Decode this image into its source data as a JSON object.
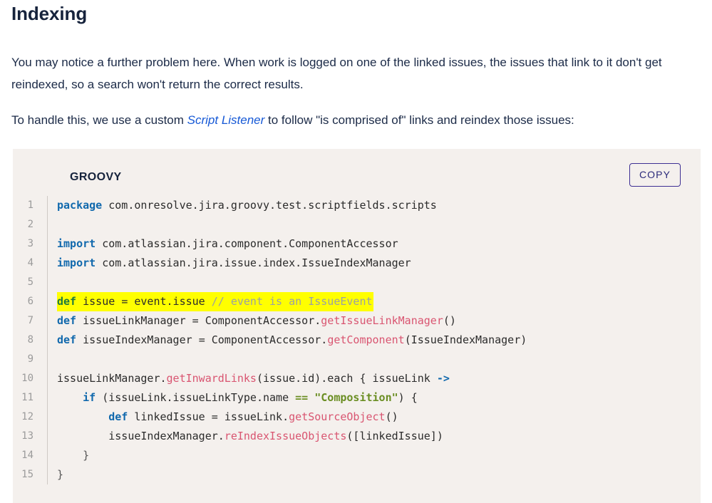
{
  "heading": "Indexing",
  "paragraphs": {
    "p1": "You may notice a further problem here. When work is logged on one of the linked issues, the issues that link to it don't get reindexed, so a search won't return the correct results.",
    "p2_before": "To handle this, we use a custom ",
    "p2_link": "Script Listener",
    "p2_after": " to follow \"is comprised of\" links and reindex those issues:"
  },
  "code_block": {
    "language_label": "GROOVY",
    "copy_label": "COPY",
    "highlighted_line": 6,
    "line_numbers": [
      "1",
      "2",
      "3",
      "4",
      "5",
      "6",
      "7",
      "8",
      "9",
      "10",
      "11",
      "12",
      "13",
      "14",
      "15"
    ],
    "lines": [
      "package com.onresolve.jira.groovy.test.scriptfields.scripts",
      "",
      "import com.atlassian.jira.component.ComponentAccessor",
      "import com.atlassian.jira.issue.index.IssueIndexManager",
      "",
      "def issue = event.issue // event is an IssueEvent",
      "def issueLinkManager = ComponentAccessor.getIssueLinkManager()",
      "def issueIndexManager = ComponentAccessor.getComponent(IssueIndexManager)",
      "",
      "issueLinkManager.getInwardLinks(issue.id).each { issueLink ->",
      "    if (issueLink.issueLinkType.name == \"Composition\") {",
      "        def linkedIssue = issueLink.getSourceObject()",
      "        issueIndexManager.reIndexIssueObjects([linkedIssue])",
      "    }",
      "}"
    ],
    "tokens": {
      "l1": {
        "kw": "package",
        "rest": " com.onresolve.jira.groovy.test.scriptfields.scripts"
      },
      "l3": {
        "kw": "import",
        "rest": " com.atlassian.jira.component.ComponentAccessor"
      },
      "l4": {
        "kw": "import",
        "rest": " com.atlassian.jira.issue.index.IssueIndexManager"
      },
      "l6": {
        "kw": "def",
        "var": " issue ",
        "eq": "= ",
        "val": "event.issue ",
        "comment": "// event is an IssueEvent"
      },
      "l7": {
        "kw": "def",
        "var": " issueLinkManager ",
        "eq": "= ",
        "obj": "ComponentAccessor.",
        "meth": "getIssueLinkManager",
        "args": "()"
      },
      "l8": {
        "kw": "def",
        "var": " issueIndexManager ",
        "eq": "= ",
        "obj": "ComponentAccessor.",
        "meth": "getComponent",
        "args": "(IssueIndexManager)"
      },
      "l10": {
        "obj": "issueLinkManager.",
        "meth": "getInwardLinks",
        "args": "(issue.id).each { issueLink ",
        "arrow": "->"
      },
      "l11": {
        "indent": "    ",
        "kw": "if",
        "mid": " (issueLink.issueLinkType.name ",
        "eq": "== ",
        "str": "\"Composition\"",
        "tail": ") {"
      },
      "l12": {
        "indent": "        ",
        "kw": "def",
        "var": " linkedIssue ",
        "eq": "= ",
        "obj": "issueLink.",
        "meth": "getSourceObject",
        "args": "()"
      },
      "l13": {
        "indent": "        ",
        "obj": "issueIndexManager.",
        "meth": "reIndexIssueObjects",
        "args": "([linkedIssue])"
      },
      "l14": {
        "indent": "    ",
        "brace": "}"
      },
      "l15": {
        "brace": "}"
      }
    }
  },
  "colors": {
    "page_background": "#ffffff",
    "text": "#1b2a47",
    "link": "#1558d6",
    "code_background": "#f4f0ed",
    "highlight": "#ffff00",
    "keyword": "#1169ad",
    "keyword_highlighted": "#1f7a3f",
    "method": "#d95571",
    "string": "#6b8e23",
    "comment": "#9aa0a6",
    "gutter": "#9b9b9b",
    "copy_border": "#3d2f93"
  }
}
